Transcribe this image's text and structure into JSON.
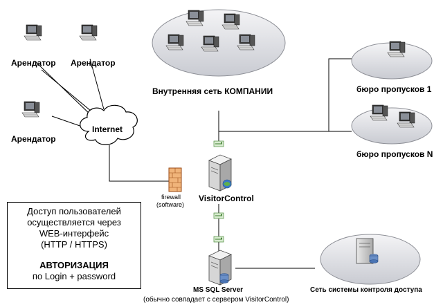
{
  "labels": {
    "tenant_1": "Арендатор",
    "tenant_2": "Арендатор",
    "tenant_3": "Арендатор",
    "internet": "Internet",
    "company_network": "Внутренняя сеть КОМПАНИИ",
    "pass_office_1": "бюро пропусков 1",
    "pass_office_n": "бюро пропусков N",
    "firewall": "firewall",
    "firewall_sub": "(software)",
    "visitorcontrol": "VisitorControl",
    "ms_sql": "MS SQL Server",
    "ms_sql_sub": "(обычно совпадает с сервером VisitorControl)",
    "access_network": "Сеть системы контроля доступа"
  },
  "info_box": {
    "line1": "Доступ пользователей",
    "line2": "осуществляется через",
    "line3": "WEB-интерфейс",
    "line4": "(HTTP / HTTPS)",
    "title": "АВТОРИЗАЦИЯ",
    "line5": "по  Login + password"
  }
}
